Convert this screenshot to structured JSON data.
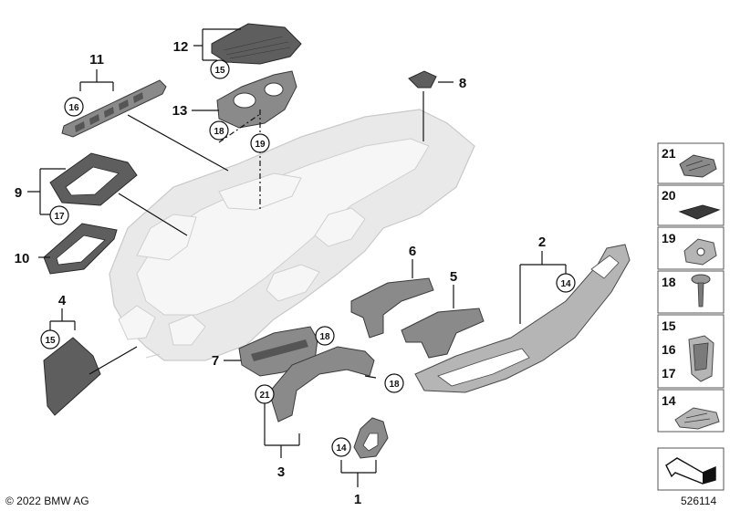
{
  "diagram": {
    "callouts": {
      "c1": "1",
      "c2": "2",
      "c3": "3",
      "c4": "4",
      "c5": "5",
      "c6": "6",
      "c7": "7",
      "c8": "8",
      "c9": "9",
      "c10": "10",
      "c11": "11",
      "c12": "12",
      "c13": "13"
    },
    "circled": {
      "p12_15": "15",
      "p11_16": "16",
      "p13_18": "18",
      "p13_19": "19",
      "p9_17": "17",
      "p4_15": "15",
      "p7_18": "18",
      "p3_18": "18",
      "p3_21": "21",
      "p1_14": "14",
      "p2_14": "14"
    },
    "sidebar": [
      {
        "label": "21"
      },
      {
        "label": "20"
      },
      {
        "label": "19"
      },
      {
        "label": "18"
      },
      {
        "label": "15",
        "label2": "16",
        "label3": "17"
      },
      {
        "label": "14"
      }
    ],
    "footer": {
      "copyright": "© 2022 BMW AG",
      "diagram_id": "526114"
    },
    "colors": {
      "part_fill": "#8a8a8a",
      "dashboard_fill": "#e9e9e9",
      "line": "#111111"
    }
  }
}
